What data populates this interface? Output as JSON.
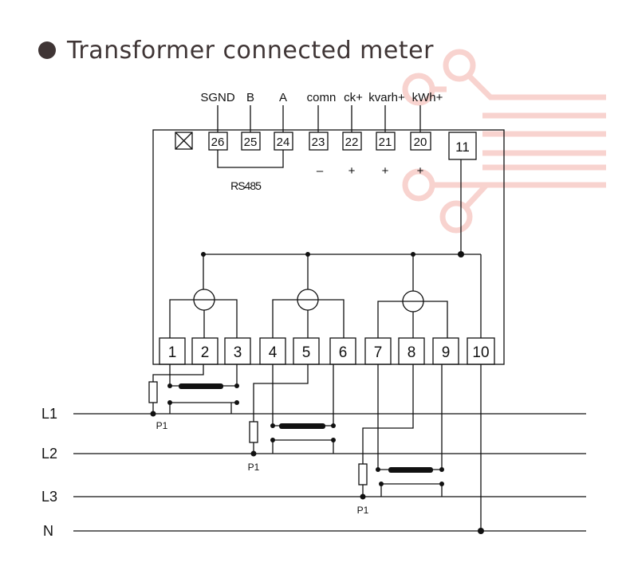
{
  "title": "Transformer connected meter",
  "top_labels": [
    "SGND",
    "B",
    "A",
    "comn",
    "ck+",
    "kvarh+",
    "kWh+"
  ],
  "top_terminals": [
    "26",
    "25",
    "24",
    "23",
    "22",
    "21",
    "20"
  ],
  "terminal_11": "11",
  "polarity": [
    "–",
    "+",
    "+",
    "+"
  ],
  "rs485": "RS485",
  "bottom_terminals": [
    "1",
    "2",
    "3",
    "4",
    "5",
    "6",
    "7",
    "8",
    "9",
    "10"
  ],
  "lines": [
    "L1",
    "L2",
    "L3",
    "N"
  ],
  "p1": "P1",
  "colors": {
    "line": "#111111",
    "accent": "#f8d3cf",
    "title": "#3f3535"
  }
}
